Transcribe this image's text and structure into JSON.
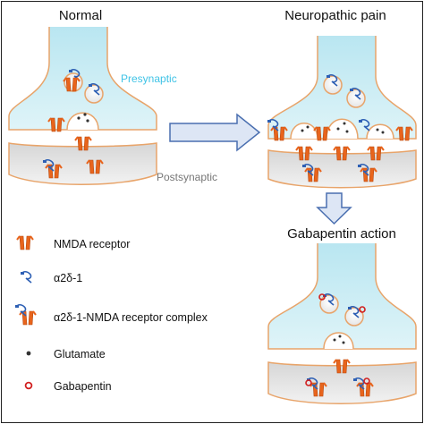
{
  "titles": {
    "normal": "Normal",
    "neuropathic": "Neuropathic pain",
    "gabapentin_action": "Gabapentin action"
  },
  "labels": {
    "presynaptic": "Presynaptic",
    "postsynaptic": "Postsynaptic"
  },
  "legend": [
    {
      "icon": "nmda-receptor-icon",
      "text": "NMDA receptor"
    },
    {
      "icon": "alpha2delta1-icon",
      "text": "α2δ-1"
    },
    {
      "icon": "complex-icon",
      "text": "α2δ-1-NMDA receptor complex"
    },
    {
      "icon": "glutamate-dot-icon",
      "text": "Glutamate"
    },
    {
      "icon": "gabapentin-ring-icon",
      "text": "Gabapentin"
    }
  ],
  "colors": {
    "presynaptic_fill": "#c6ecf4",
    "postsynaptic_fill": "#e6e6e6",
    "membrane_outline": "#e8a46a",
    "nmda_receptor": "#e8641c",
    "alpha2delta1": "#2d5fb4",
    "arrow_fill": "#dde6f5",
    "arrow_outline": "#4a6fb0",
    "gabapentin": "#d11f1f",
    "glutamate": "#333333"
  }
}
